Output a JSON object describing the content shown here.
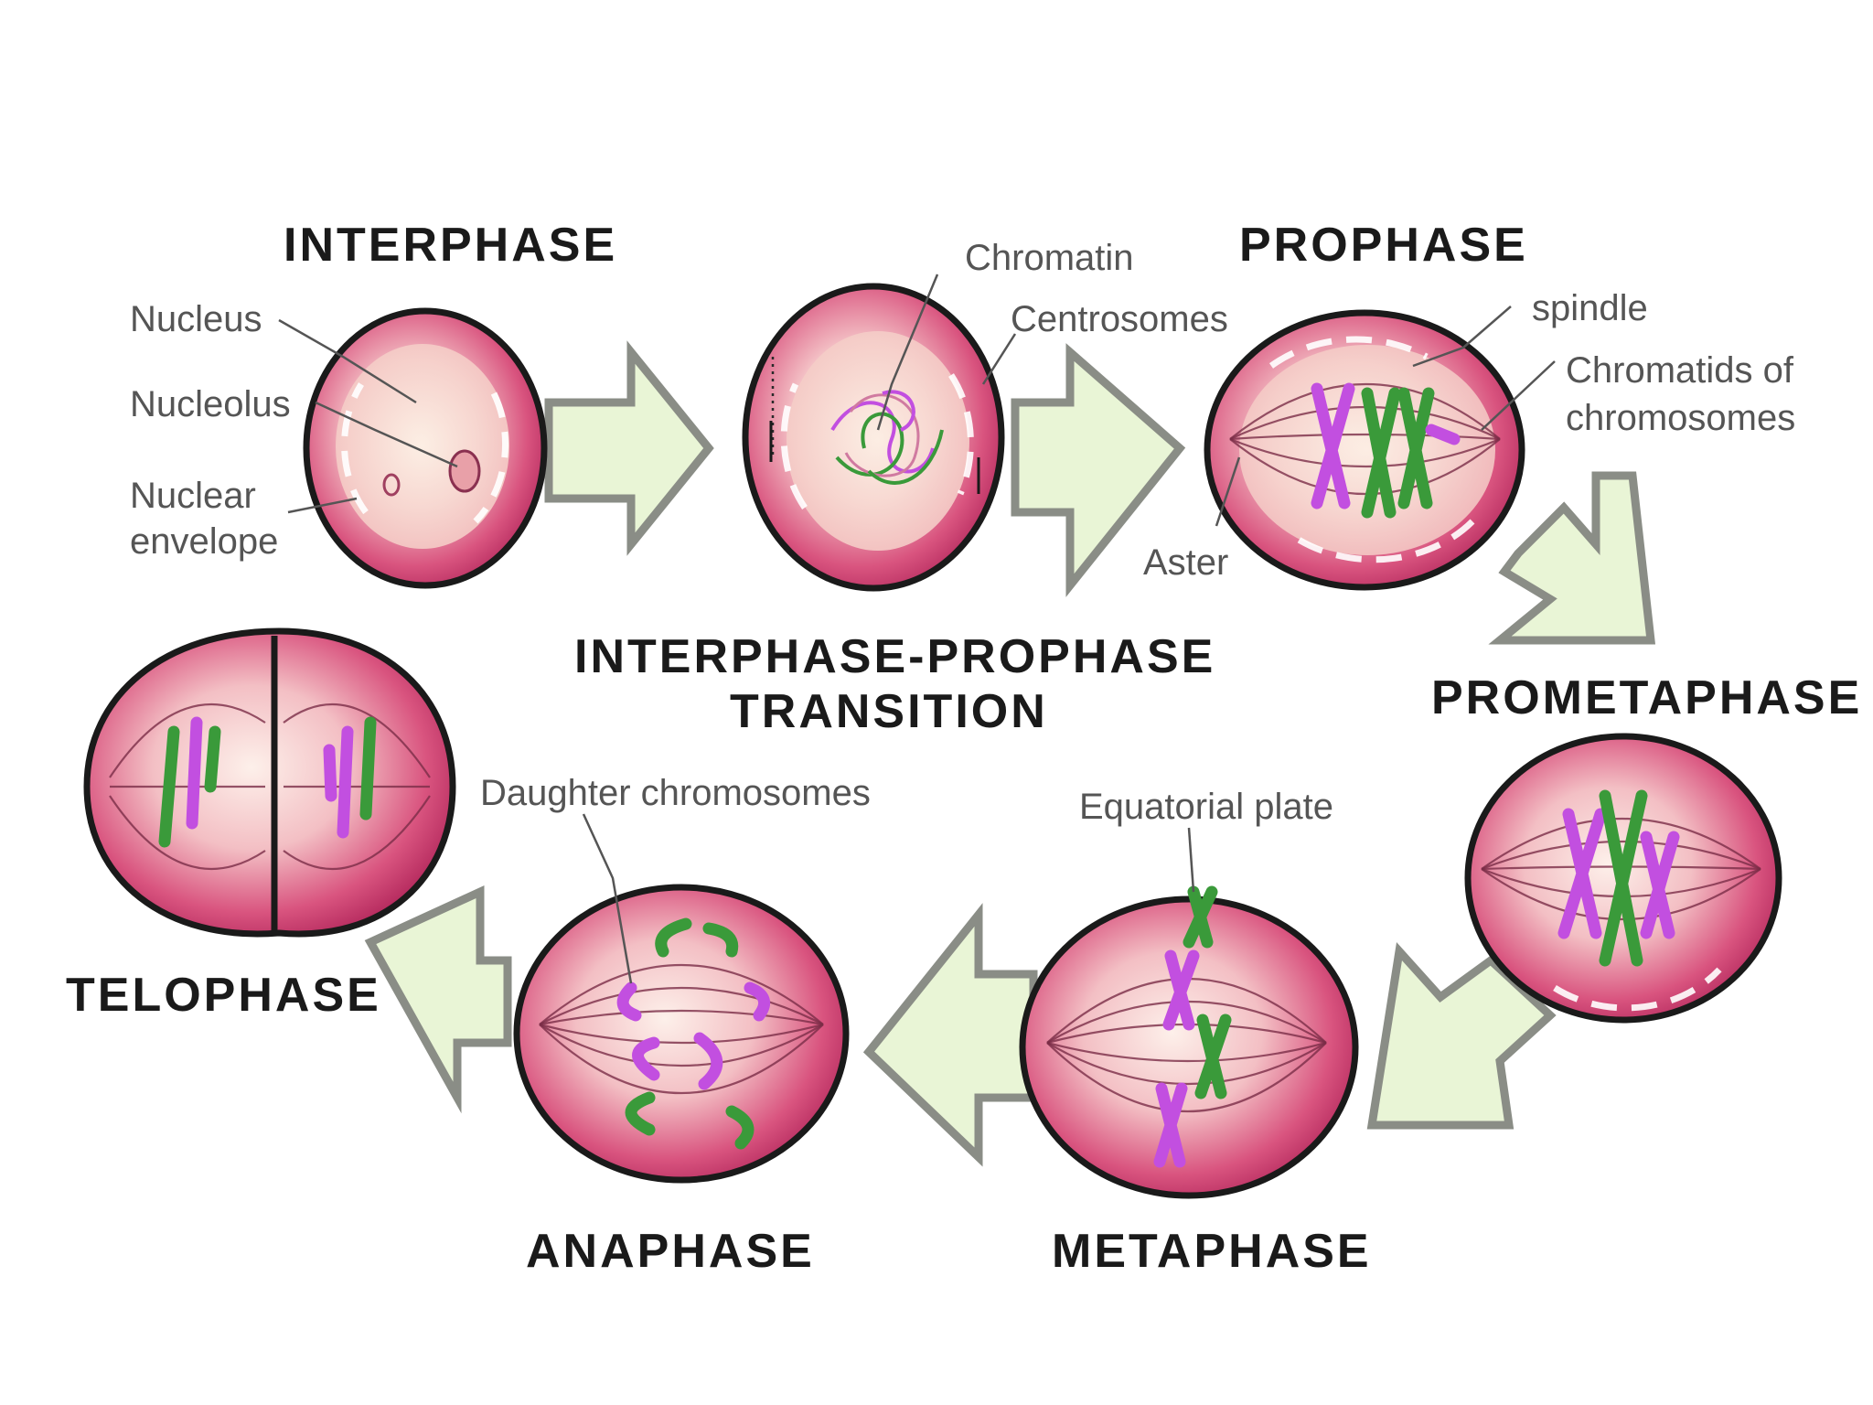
{
  "stages": {
    "interphase": "INTERPHASE",
    "transition_line1": "INTERPHASE-PROPHASE",
    "transition_line2": "TRANSITION",
    "prophase": "PROPHASE",
    "prometaphase": "PROMETAPHASE",
    "metaphase": "METAPHASE",
    "anaphase": "ANAPHASE",
    "telophase": "TELOPHASE"
  },
  "callouts": {
    "nucleus": "Nucleus",
    "nucleolus": "Nucleolus",
    "nuclear_envelope_line1": "Nuclear",
    "nuclear_envelope_line2": "envelope",
    "chromatin": "Chromatin",
    "centrosomes": "Centrosomes",
    "spindle": "spindle",
    "chromatids_line1": "Chromatids of",
    "chromatids_line2": "chromosomes",
    "aster": "Aster",
    "daughter_chromosomes": "Daughter chromosomes",
    "equatorial_plate": "Equatorial plate"
  },
  "colors": {
    "cell_rim": "#c8326c",
    "cell_center": "#fbe3e1",
    "chromosome_magenta": "#c24fe0",
    "chromosome_green": "#3a9a3a",
    "arrow_fill": "#e9f5d6",
    "arrow_outline": "#8a8d86"
  }
}
